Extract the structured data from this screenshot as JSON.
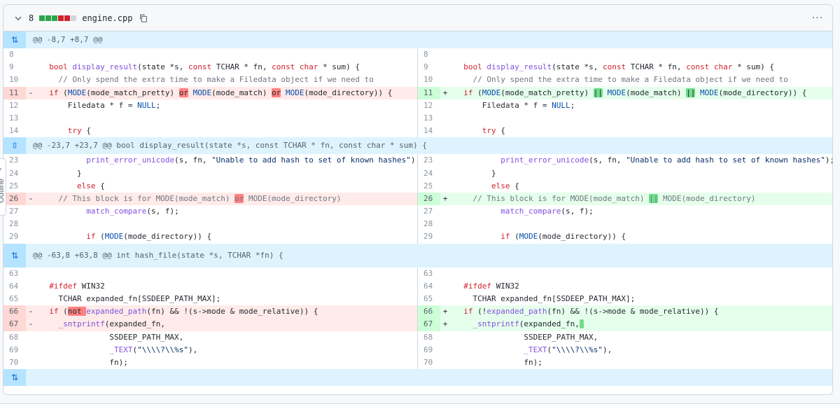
{
  "file": {
    "change_count": "8",
    "filename": "engine.cpp",
    "more_label": "···",
    "diffstat_colors": [
      "#2da44e",
      "#2da44e",
      "#2da44e",
      "#cf222e",
      "#cf222e",
      "#d0d7de"
    ]
  },
  "outline": {
    "label": "Outline"
  },
  "hunks": [
    "@@ -8,7 +8,7 @@",
    "@@ -23,7 +23,7 @@ bool display_result(state *s, const TCHAR * fn, const char * sum) {",
    "@@ -63,8 +63,8 @@ int hash_file(state *s, TCHAR *fn) {"
  ],
  "lines": {
    "8": {
      "l": "8",
      "r": "8",
      "code": ""
    },
    "9": {
      "l": "9",
      "r": "9",
      "code": "  bool display_result(state *s, const TCHAR * fn, const char * sum) {"
    },
    "10": {
      "l": "10",
      "r": "10",
      "code": "    // Only spend the extra time to make a Filedata object if we need to"
    },
    "11": {
      "l": "11",
      "r": "11",
      "mk_l": "-",
      "mk_r": "+",
      "del": "  if (MODE(mode_match_pretty) or MODE(mode_match) or MODE(mode_directory)) {",
      "add": "  if (MODE(mode_match_pretty) || MODE(mode_match) || MODE(mode_directory)) {"
    },
    "12": {
      "l": "12",
      "r": "12",
      "code": "      Filedata * f = NULL;"
    },
    "13": {
      "l": "13",
      "r": "13",
      "code": ""
    },
    "14": {
      "l": "14",
      "r": "14",
      "code": "      try {"
    },
    "23": {
      "l": "23",
      "r": "23",
      "code": "          print_error_unicode(s, fn, \"Unable to add hash to set of known hashes\");"
    },
    "24": {
      "l": "24",
      "r": "24",
      "code": "        }"
    },
    "25": {
      "l": "25",
      "r": "25",
      "code": "        else {"
    },
    "26": {
      "l": "26",
      "r": "26",
      "mk_l": "-",
      "mk_r": "+",
      "del": "    // This block is for MODE(mode_match) or MODE(mode_directory)",
      "add": "    // This block is for MODE(mode_match) || MODE(mode_directory)"
    },
    "27": {
      "l": "27",
      "r": "27",
      "code": "          match_compare(s, f);"
    },
    "28": {
      "l": "28",
      "r": "28",
      "code": ""
    },
    "29": {
      "l": "29",
      "r": "29",
      "code": "          if (MODE(mode_directory)) {"
    },
    "63": {
      "l": "63",
      "r": "63",
      "code": ""
    },
    "64": {
      "l": "64",
      "r": "64",
      "code": "  #ifdef WIN32"
    },
    "65": {
      "l": "65",
      "r": "65",
      "code": "    TCHAR expanded_fn[SSDEEP_PATH_MAX];"
    },
    "66": {
      "l": "66",
      "r": "66",
      "mk_l": "-",
      "mk_r": "+",
      "del": "  if (not expanded_path(fn) && !(s->mode & mode_relative)) {",
      "add": "  if (!expanded_path(fn) && !(s->mode & mode_relative)) {"
    },
    "67": {
      "l": "67",
      "r": "67",
      "mk_l": "-",
      "mk_r": "+",
      "del": "    _sntprintf(expanded_fn,",
      "add": "    _sntprintf(expanded_fn, "
    },
    "68": {
      "l": "68",
      "r": "68",
      "code": "               SSDEEP_PATH_MAX,"
    },
    "69": {
      "l": "69",
      "r": "69",
      "code": "               _TEXT(\"\\\\\\\\?\\\\%s\"),"
    },
    "70": {
      "l": "70",
      "r": "70",
      "code": "               fn);"
    }
  }
}
